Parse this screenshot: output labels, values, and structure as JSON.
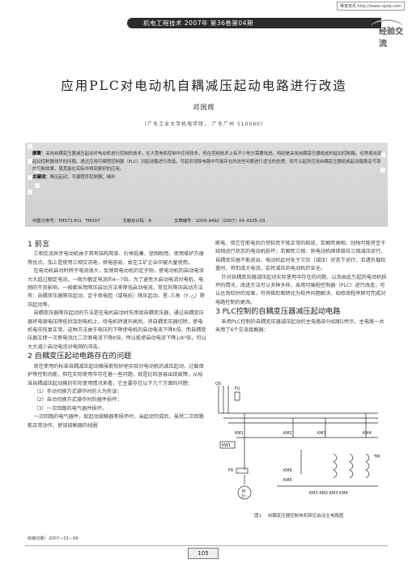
{
  "watermark": "维普资讯 http://www.cqvip.com",
  "journal_header": "机电工程技术  2007年 第36卷第04期",
  "column_badge": "经验交流",
  "title": "应用PLC对电动机自耦减压起动电路进行改造",
  "author": "邓国辉",
  "affiliation": "（广东工业大学机电学院，  广东广州    510090）",
  "abstract": {
    "label": "摘要：",
    "text": "采用自耦变压器减压起动对电动机进行控制的技术，在大型电机控制中应用较多，但在控制技术上有不少地方需要改进。特别是采用自耦变压器组成的起动控制箱，经常易出现起动控制器烧坏的问题。通过应用可编程控制器（PLC）对起动箱进行改造，可起到消除电路中可能存在的这些问题进行适当的处理，就可以起到应用自耦变压器组成起动箱稳定可靠的控制效果，使其能在实际中得到更好的应用。",
    "keywords_label": "关键词：",
    "keywords": "降压起动；可编程序控制器；梯形",
    "clc": "中图分类号：TM571.6†1  TM307",
    "doc_code": "文献标识码：B",
    "article_no": "文章编号：1009–9492（2007）04–0105–03"
  },
  "sections": {
    "s1_title": "1 前言",
    "s1_p1": "三相交流异步电动机由于具有结构简单、价格低廉、坚固耐用、使用维护方便等优点，加上是使用三相交流电，供电容易，故在工矿企业中被大量使用。",
    "s1_p2": "在电动机启动时转子电流很大，反映到电动机的定子侧，使电动机的启动电流大大超过额定电流，一般为额定电流的4~7倍。为了避免大启动电流对电机、电网的不良影响，一般都采用降压启动方法来降低启动电流，常见的降压启动方法有：自耦变压器降压起动、定子串电阻（或电抗）降压起动、星–三角（Y–△）降压起动等。",
    "s1_p3": "自耦变压器降压起动的方法是在电机启动时先串接自耦变压器，通过自耦变压器将电源电压降低后加到电机上，待电机转速升高后，将自耦变压器切除，使电机电压恢复正常。这种方法由于电压的下降使电机的启动电流下降K倍，而自耦变压器又使一次侧电流比二次侧电流下降K倍，所以能使启动电流下降1/K²倍，可以大大减少启动电流对电网的冲击。",
    "s2_title": "2 自耦变压起动电路存在的问题",
    "s2_p1": "现在使用的标准自耦减压起动箱虽能较好地实现对电动机的减压起动，过载保护等控制功能，但在实际使用中存在着一些问题，就是比较容易出现故障，从标准自耦减压起动箱的实际使用情况来看，它主要存在以下几个方面的问题：",
    "s2_items": [
      "（1）手动切换方式操作时的人为失误；",
      "（2）自动切换方式操作时的器件损坏；",
      "（3）一次回路的电气器件损坏。"
    ],
    "s2_p2": "一次回路的电气器件，如起动接触器等损坏时，当起动完成后，虽然二次回路能正常动作，使该接触器的线圈",
    "r_p1": "断电，但它在断电后仍然粘死不能正常的释放，若触死闸相，则拖可能将至于缺相运行状态的电动机损坏；若触死三相，则电动机继续维持三相减压运行，自耦变压器不能退出，电动机此时处于欠压（减压）状态下运行，若遇负载较重时，将形成大电流，会将减压的电动机的安全。",
    "r_p2": "针对自耦变压器减压起动实际使用中存在的问题，以及由此引起的电动机损坏的情况，改进方法可以多种多样，采用可编程控制器（PLC）进行改造，可以达到较好的效果，可将梯形图转化为软件问题解决，如修改程序即可完成对电路控制的更改。",
    "s3_title": "3 PLC控制的自耦变压器减压起动电路",
    "r_p3": "采用PLC控制的自耦变压器减压起动的主电路部分如图1所示。主电路一共采用了6个交流接触器："
  },
  "figure": {
    "labels": {
      "qs": "QS",
      "fu": "FU",
      "km1": "KM1",
      "km2": "KM2",
      "km3": "KM3",
      "km4": "KM4",
      "kw1": "KW1",
      "fr": "FR",
      "km6": "KM6",
      "km5": "KM5",
      "tm": "TM",
      "motor": "M",
      "motor_sub": "3~",
      "bottom": "KM1 KM2 KM3 KM4"
    },
    "caption": "图1  自耦变压器控制电机降压启动主电路图"
  },
  "footnote": "收稿日期：2007－01－06",
  "page_number": "105"
}
